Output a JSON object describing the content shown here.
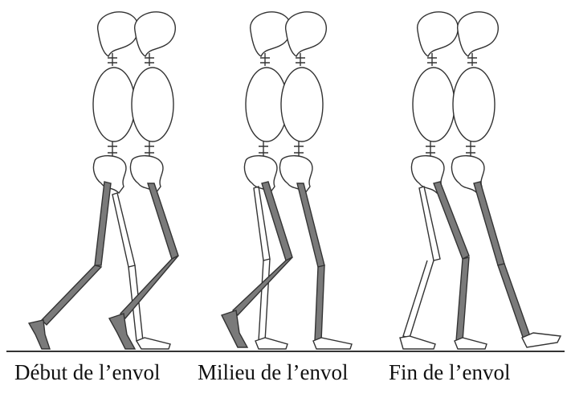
{
  "phases": [
    {
      "label": "Début de l’envol"
    },
    {
      "label": "Milieu de l’envol"
    },
    {
      "label": "Fin de l’envol"
    }
  ],
  "colors": {
    "shaded_leg": "#7a7a7a",
    "outline": "#333333",
    "background": "#ffffff"
  }
}
